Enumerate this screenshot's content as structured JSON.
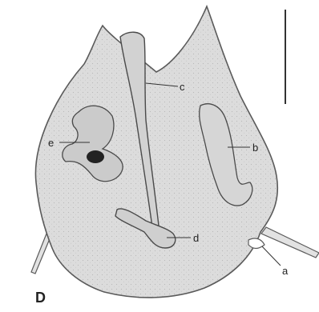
{
  "figure": {
    "panel_letter": "D",
    "labels": {
      "a": "a",
      "b": "b",
      "c": "c",
      "d": "d",
      "e": "e"
    },
    "colors": {
      "fill": "#dcdcdc",
      "stroke": "#5a5a5a",
      "dark_spot": "#222222"
    }
  }
}
